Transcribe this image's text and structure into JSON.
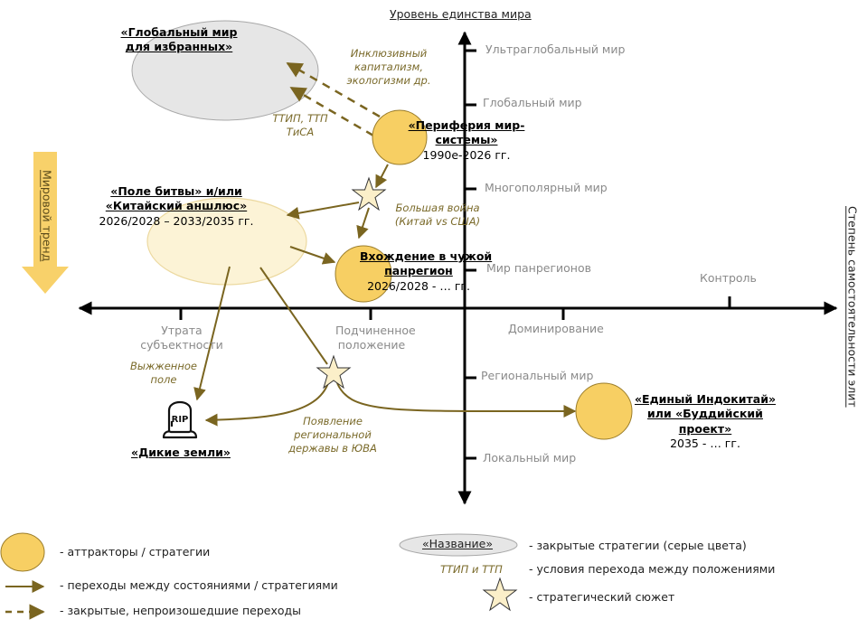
{
  "colors": {
    "attractor_fill": "#f7cf63",
    "attractor_stroke": "#9b7d2a",
    "closed_fill": "#e6e6e6",
    "closed_stroke": "#a8a8a8",
    "battlefield_fill": "#fcf3d6",
    "battlefield_stroke": "#ecd9a0",
    "transition": "#7a6520",
    "star_fill": "#fbefc9",
    "trend_arrow": "#f8d16a",
    "axis": "#000000",
    "gray_label": "#8a8a8a"
  },
  "axes": {
    "vertical_title": "Уровень единства мира",
    "horizontal_title": "Степень самостоятельности элит",
    "vertical_ticks": [
      "Ультраглобальный мир",
      "Глобальный мир",
      "Многополярный мир",
      "Мир панрегионов",
      "Региональный мир",
      "Локальный  мир"
    ],
    "horizontal_ticks": [
      "Утрата субъектности",
      "Подчиненное положение",
      "Доминирование",
      "Контроль"
    ]
  },
  "trend": {
    "label": "Мировой тренд"
  },
  "states": {
    "global_for_elect": {
      "title": "«Глобальный мир для избранных»",
      "kind": "closed"
    },
    "periphery": {
      "title_line1": "«Периферия мир-",
      "title_line2": "системы»",
      "dates": "1990е-2026 гг.",
      "kind": "attractor"
    },
    "battlefield": {
      "title_line1": "«Поле битвы» и/или",
      "title_line2": "«Китайский аншлюс»",
      "dates": "2026/2028 – 2033/2035 гг.",
      "kind": "attractor"
    },
    "foreign_panregion": {
      "title_line1": "Вхождение в чужой",
      "title_line2": "панрегион",
      "dates": "2026/2028 - … гг.",
      "kind": "attractor"
    },
    "wild_lands": {
      "title": "«Дикие земли»",
      "icon_text": "RIP",
      "kind": "attractor"
    },
    "united_indochina": {
      "title_line1": "«Единый Индокитай»",
      "title_line2": "или «Буддийский",
      "title_line3": "проект»",
      "dates": "2035 - … гг.",
      "kind": "attractor"
    }
  },
  "conditions": {
    "inclusive": [
      "Инклюзивный",
      "капитализм,",
      "экологизми др."
    ],
    "ttip": [
      "ТТИП, ТТП",
      "ТиСА"
    ],
    "big_war": [
      "Большая война",
      "(Китай vs США)"
    ],
    "scorched": [
      "Выжженное",
      "поле"
    ],
    "regional_power": [
      "Появление",
      "региональной",
      "державы в ЮВА"
    ]
  },
  "legend": {
    "attractors": "- аттракторы  / стратегии",
    "transitions": "- переходы между состояниями / стратегиями",
    "closed_transitions": "- закрытые, непроизошедшие переходы",
    "closed_sample": "«Название»",
    "closed_strategies": "- закрытые стратегии (серые цвета)",
    "condition_sample": "ТТИП и ТТП",
    "conditions": "- условия перехода между положениями",
    "story": "- стратегический сюжет"
  }
}
